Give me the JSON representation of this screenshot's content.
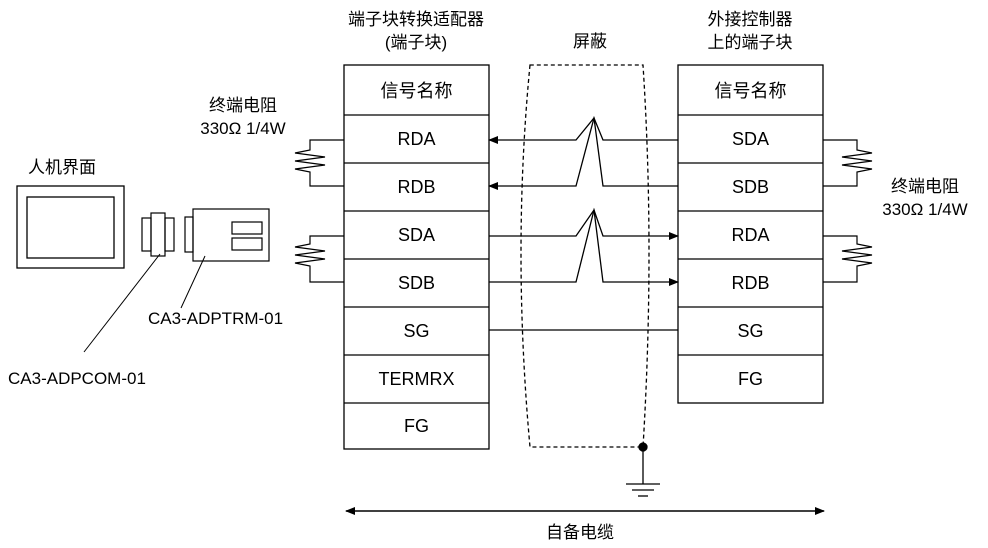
{
  "adapter": {
    "title_line1": "端子块转换适配器",
    "title_line2": "(端子块)",
    "header": "信号名称",
    "pins": [
      "RDA",
      "RDB",
      "SDA",
      "SDB",
      "SG",
      "TERMRX",
      "FG"
    ]
  },
  "controller": {
    "title_line1": "外接控制器",
    "title_line2": "上的端子块",
    "header": "信号名称",
    "pins": [
      "SDA",
      "SDB",
      "RDA",
      "RDB",
      "SG",
      "FG"
    ]
  },
  "shield_label": "屏蔽",
  "hmi_label": "人机界面",
  "resistor_left": {
    "line1": "终端电阻",
    "line2": "330Ω 1/4W"
  },
  "resistor_right": {
    "line1": "终端电阻",
    "line2": "330Ω 1/4W"
  },
  "part_terminal": "CA3-ADPTRM-01",
  "part_com": "CA3-ADPCOM-01",
  "cable_label": "自备电缆"
}
